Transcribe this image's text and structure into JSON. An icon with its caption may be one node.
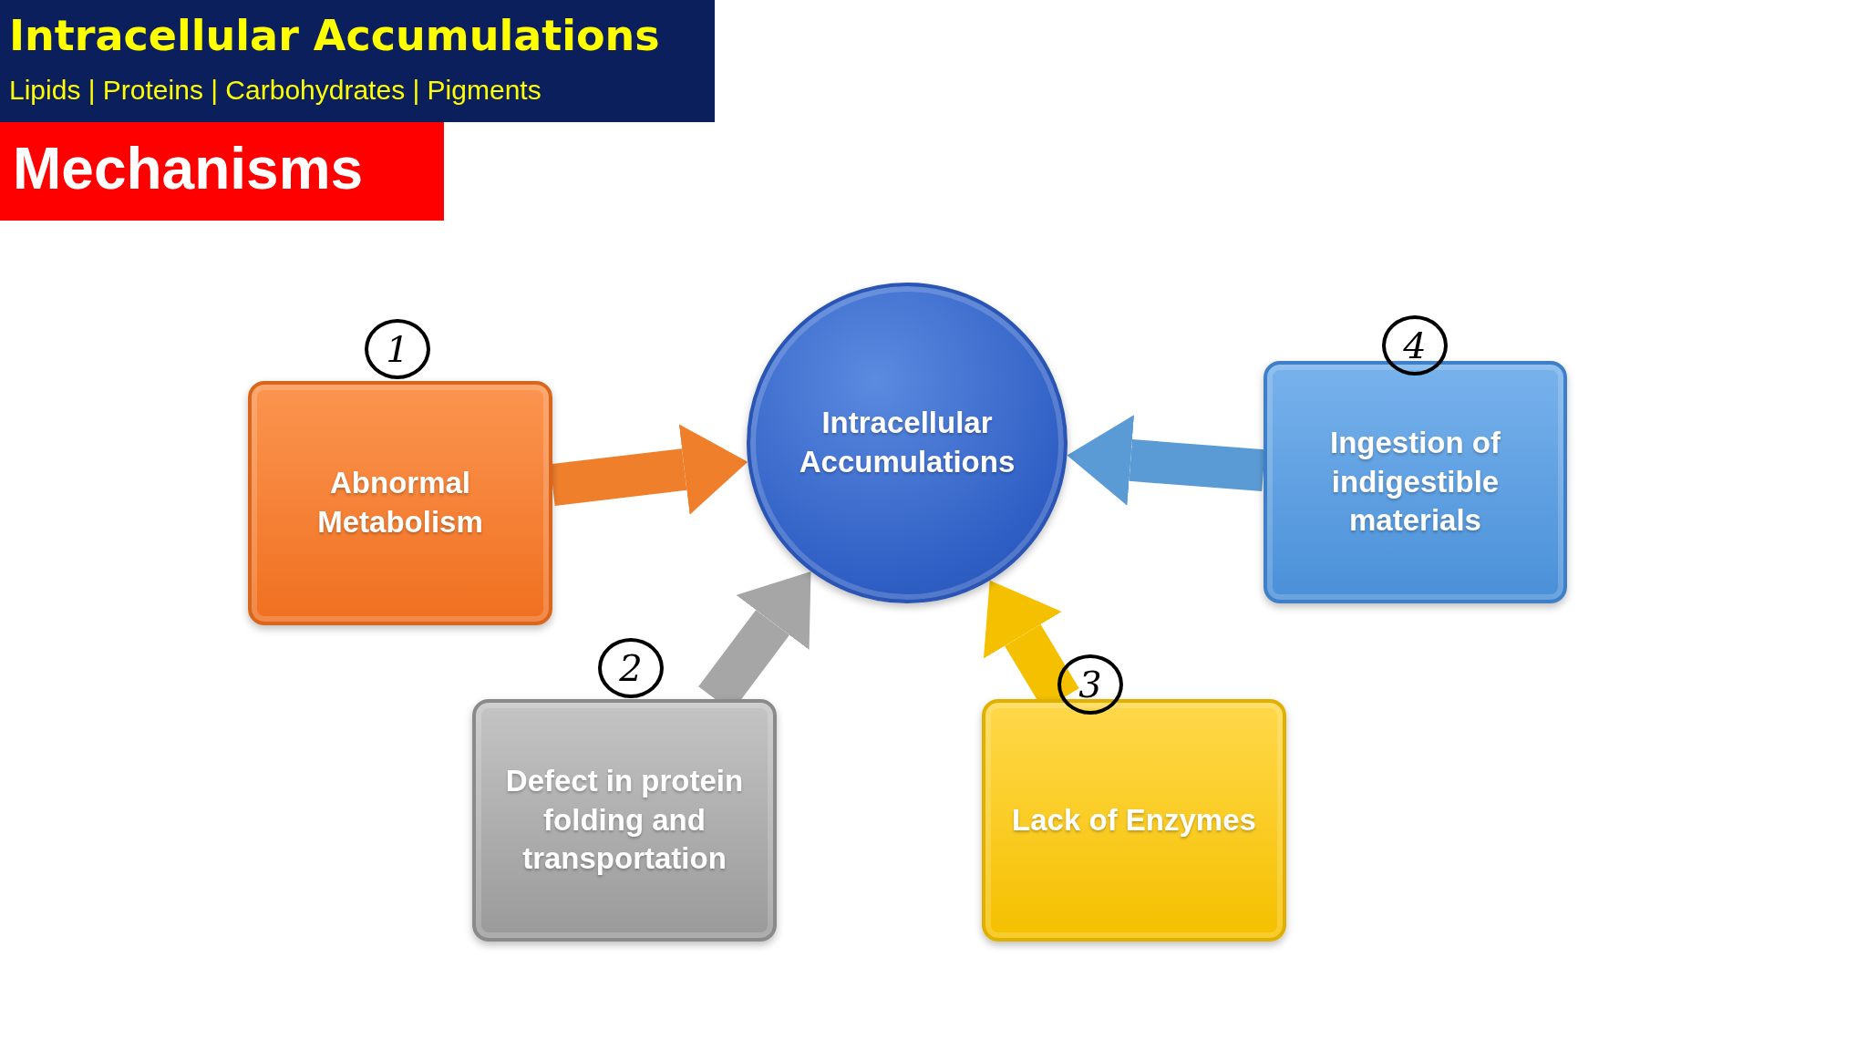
{
  "diagram": {
    "title": "Intracellular Accumulations",
    "nodes": [
      {
        "text": [
          "Intracellular Accumulations"
        ]
      },
      {
        "text": [
          "Abnormal Metabolism"
        ],
        "beside": [
          "1"
        ]
      },
      {
        "text": [
          "Defect in protein folding and transportation"
        ],
        "beside": [
          "2"
        ]
      },
      {
        "text": [
          "Lack of Enzymes"
        ],
        "beside": [
          "3"
        ]
      },
      {
        "text": [
          "Ingestion of indigestible materials"
        ],
        "beside": [
          "4"
        ]
      }
    ],
    "edges": [
      {
        "from": 1,
        "to": 0,
        "arrow": "to",
        "color": "#f07f2c"
      },
      {
        "from": 2,
        "to": 0,
        "arrow": "to",
        "color": "#a6a6a6"
      },
      {
        "from": 3,
        "to": 0,
        "arrow": "to",
        "color": "#f5c000"
      },
      {
        "from": 4,
        "to": 0,
        "arrow": "to",
        "color": "#5b9bd5"
      }
    ],
    "labels": [
      "Lipids | Proteins | Carbohydrates | Pigments",
      "Mechanisms"
    ]
  }
}
